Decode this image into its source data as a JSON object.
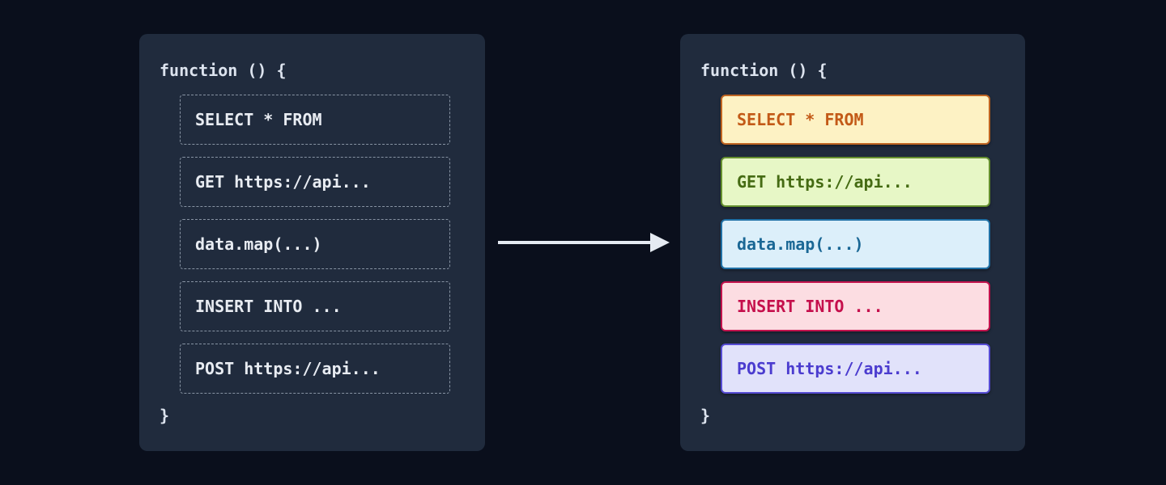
{
  "page": {
    "background": "#0a0f1c",
    "panel_background": "#202b3d",
    "code_text_color": "#dce3ee"
  },
  "left_panel": {
    "function_open": "function () {",
    "function_close": "}",
    "block_border_color": "#8793a3",
    "block_text_color": "#e8ecf2",
    "blocks": [
      {
        "label": "SELECT * FROM"
      },
      {
        "label": "GET https://api..."
      },
      {
        "label": "data.map(...)"
      },
      {
        "label": "INSERT INTO ..."
      },
      {
        "label": "POST https://api..."
      }
    ]
  },
  "right_panel": {
    "function_open": "function () {",
    "function_close": "}",
    "blocks": [
      {
        "label": "SELECT * FROM",
        "bg": "#fdf2c4",
        "border": "#c06522",
        "text_color": "#c35a17"
      },
      {
        "label": "GET https://api...",
        "bg": "#e7f7c6",
        "border": "#65902f",
        "text_color": "#456b13"
      },
      {
        "label": "data.map(...)",
        "bg": "#dceffa",
        "border": "#2071a6",
        "text_color": "#1a6795"
      },
      {
        "label": "INSERT INTO ...",
        "bg": "#fcdde2",
        "border": "#c2134d",
        "text_color": "#c50f4c"
      },
      {
        "label": "POST https://api...",
        "bg": "#e1e2fa",
        "border": "#564cd4",
        "text_color": "#4b3ccf"
      }
    ]
  },
  "arrow": {
    "color": "#e5eaf2",
    "direction": "right"
  }
}
